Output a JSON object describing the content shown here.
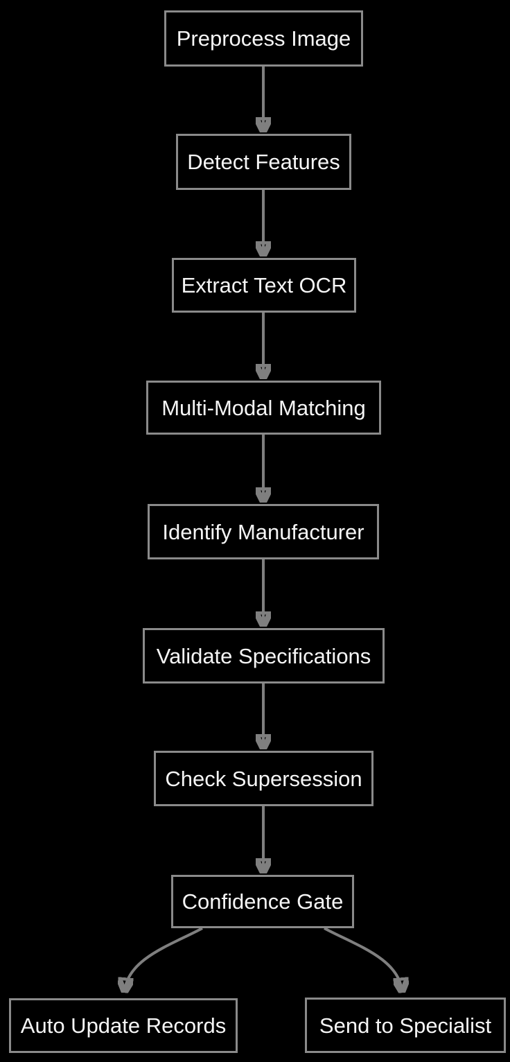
{
  "diagram": {
    "type": "flowchart",
    "direction": "top-down",
    "nodes": [
      {
        "id": "preprocess-image",
        "label": "Preprocess Image"
      },
      {
        "id": "detect-features",
        "label": "Detect Features"
      },
      {
        "id": "extract-text-ocr",
        "label": "Extract Text OCR"
      },
      {
        "id": "multi-modal-matching",
        "label": "Multi-Modal Matching"
      },
      {
        "id": "identify-manufacturer",
        "label": "Identify Manufacturer"
      },
      {
        "id": "validate-specifications",
        "label": "Validate Specifications"
      },
      {
        "id": "check-supersession",
        "label": "Check Supersession"
      },
      {
        "id": "confidence-gate",
        "label": "Confidence Gate"
      },
      {
        "id": "auto-update-records",
        "label": "Auto Update Records"
      },
      {
        "id": "send-to-specialist",
        "label": "Send to Specialist"
      }
    ],
    "edges": [
      {
        "from": "preprocess-image",
        "to": "detect-features"
      },
      {
        "from": "detect-features",
        "to": "extract-text-ocr"
      },
      {
        "from": "extract-text-ocr",
        "to": "multi-modal-matching"
      },
      {
        "from": "multi-modal-matching",
        "to": "identify-manufacturer"
      },
      {
        "from": "identify-manufacturer",
        "to": "validate-specifications"
      },
      {
        "from": "validate-specifications",
        "to": "check-supersession"
      },
      {
        "from": "check-supersession",
        "to": "confidence-gate"
      },
      {
        "from": "confidence-gate",
        "to": "auto-update-records"
      },
      {
        "from": "confidence-gate",
        "to": "send-to-specialist"
      }
    ],
    "colors": {
      "background": "#000000",
      "node_fill": "#000000",
      "node_border": "#8a8a8a",
      "edge": "#7f7f7f",
      "text": "#f5f5f5"
    }
  }
}
